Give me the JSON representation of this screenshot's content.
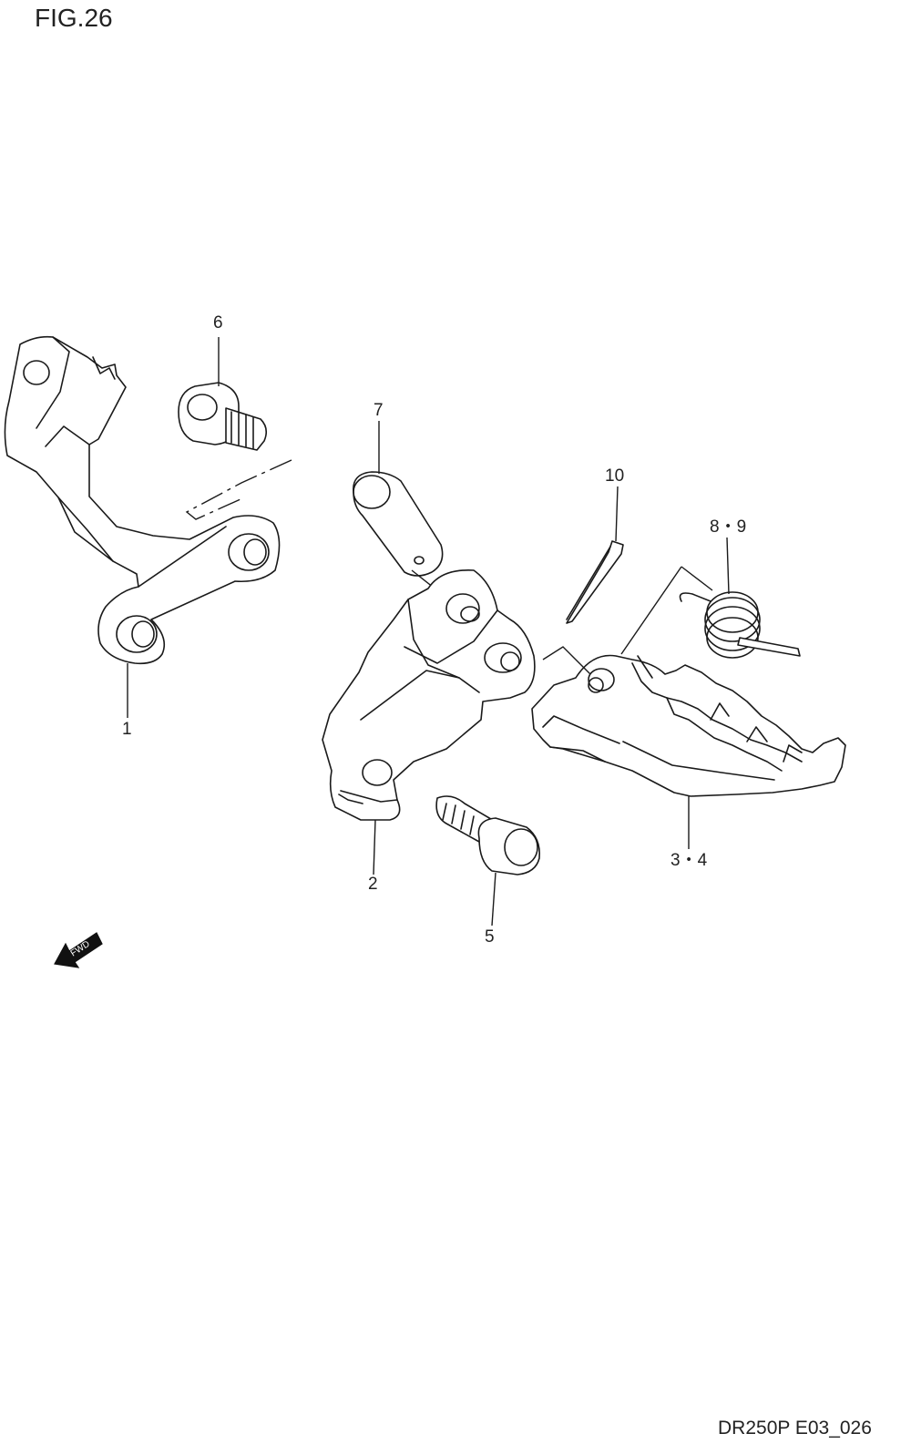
{
  "figure": {
    "title": "FIG.26",
    "code": "DR250P E03_026"
  },
  "callouts": {
    "part_1": "1",
    "part_2": "2",
    "part_3_4": "3・4",
    "part_5": "5",
    "part_6": "6",
    "part_7": "7",
    "part_8_9": "8・9",
    "part_10": "10"
  },
  "fwd_arrow": {
    "label": "FWD",
    "icon": "fwd-arrow-icon"
  }
}
